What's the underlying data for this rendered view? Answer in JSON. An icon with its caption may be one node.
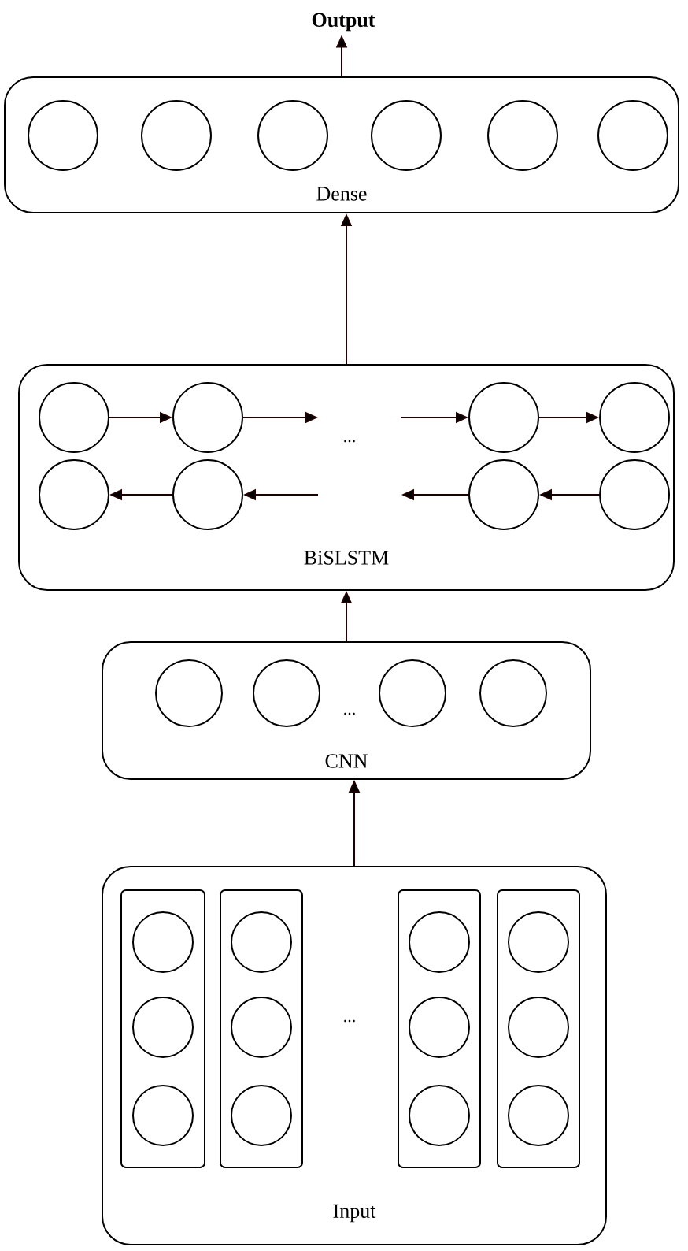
{
  "diagram": {
    "nodes": [
      {
        "text": [
          "Output"
        ]
      },
      {
        "text": [
          "Dense"
        ]
      },
      {
        "text": [],
        "shape": "circle",
        "in": 1
      },
      {
        "text": [],
        "shape": "circle",
        "in": 1
      },
      {
        "text": [],
        "shape": "circle",
        "in": 1
      },
      {
        "text": [],
        "shape": "circle",
        "in": 1
      },
      {
        "text": [],
        "shape": "circle",
        "in": 1
      },
      {
        "text": [],
        "shape": "circle",
        "in": 1
      },
      {
        "text": [
          "BiSLSTM"
        ]
      },
      {
        "text": [],
        "shape": "circle",
        "in": 8
      },
      {
        "text": [],
        "shape": "circle",
        "in": 8
      },
      {
        "text": [],
        "shape": "circle",
        "in": 8
      },
      {
        "text": [],
        "shape": "circle",
        "in": 8
      },
      {
        "text": [],
        "shape": "circle",
        "in": 8
      },
      {
        "text": [],
        "shape": "circle",
        "in": 8
      },
      {
        "text": [],
        "shape": "circle",
        "in": 8
      },
      {
        "text": [],
        "shape": "circle",
        "in": 8
      },
      {
        "text": [
          "CNN"
        ]
      },
      {
        "text": [],
        "shape": "circle",
        "in": 17
      },
      {
        "text": [],
        "shape": "circle",
        "in": 17
      },
      {
        "text": [],
        "shape": "circle",
        "in": 17
      },
      {
        "text": [],
        "shape": "circle",
        "in": 17
      },
      {
        "text": [
          "Input"
        ]
      },
      {
        "text": [],
        "shape": "box",
        "in": 22
      },
      {
        "text": [],
        "shape": "circle",
        "in": 23
      },
      {
        "text": [],
        "shape": "circle",
        "in": 23
      },
      {
        "text": [],
        "shape": "circle",
        "in": 23
      },
      {
        "text": [],
        "shape": "box",
        "in": 22
      },
      {
        "text": [],
        "shape": "circle",
        "in": 27
      },
      {
        "text": [],
        "shape": "circle",
        "in": 27
      },
      {
        "text": [],
        "shape": "circle",
        "in": 27
      },
      {
        "text": [],
        "shape": "box",
        "in": 22
      },
      {
        "text": [],
        "shape": "circle",
        "in": 31
      },
      {
        "text": [],
        "shape": "circle",
        "in": 31
      },
      {
        "text": [],
        "shape": "circle",
        "in": 31
      },
      {
        "text": [],
        "shape": "box",
        "in": 22
      },
      {
        "text": [],
        "shape": "circle",
        "in": 35
      },
      {
        "text": [],
        "shape": "circle",
        "in": 35
      },
      {
        "text": [],
        "shape": "circle",
        "in": 35
      }
    ],
    "edges": [
      {
        "from": 1,
        "to": 0,
        "arrow": "to"
      },
      {
        "from": 8,
        "to": 1,
        "arrow": "to"
      },
      {
        "from": 17,
        "to": 8,
        "arrow": "to"
      },
      {
        "from": 22,
        "to": 17,
        "arrow": "to"
      },
      {
        "from": 9,
        "to": 10,
        "arrow": "to"
      },
      {
        "from": 10,
        "to": null,
        "arrow": "to"
      },
      {
        "from": null,
        "to": 11,
        "arrow": "to"
      },
      {
        "from": 11,
        "to": 12,
        "arrow": "to"
      },
      {
        "from": 14,
        "to": 13,
        "arrow": "to"
      },
      {
        "from": null,
        "to": 14,
        "arrow": "to"
      },
      {
        "from": 15,
        "to": null,
        "arrow": "to"
      },
      {
        "from": 16,
        "to": 15,
        "arrow": "to"
      }
    ],
    "labels": [
      "...",
      "...",
      "..."
    ]
  }
}
